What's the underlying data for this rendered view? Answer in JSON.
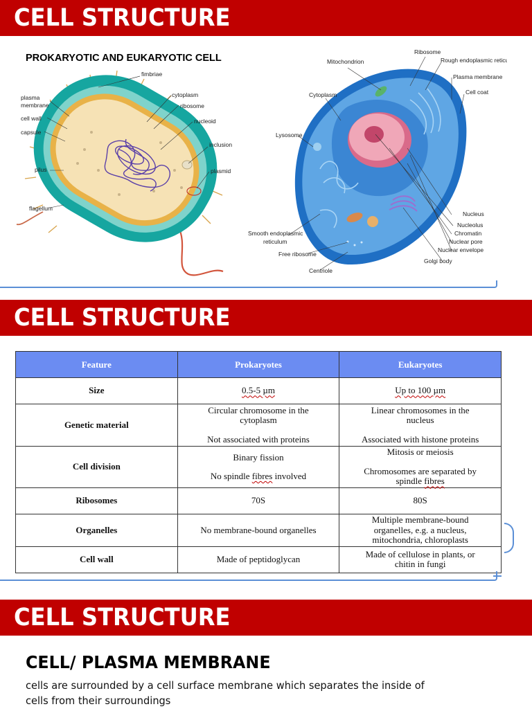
{
  "slides": [
    {
      "title": "CELL STRUCTURE"
    },
    {
      "title": "CELL STRUCTURE"
    },
    {
      "title": "CELL STRUCTURE"
    }
  ],
  "slide1": {
    "subtitle": "PROKARYOTIC AND EUKARYOTIC CELL",
    "prokaryote_labels": {
      "fimbriae": "fimbriae",
      "plasma_membrane_1": "plasma",
      "plasma_membrane_2": "membrane",
      "cell_wall": "cell wall",
      "capsule": "capsule",
      "pilus": "pilus",
      "flagellum": "flagellum",
      "cytoplasm": "cytoplasm",
      "ribosome": "ribosome",
      "nucleoid": "nucleoid",
      "inclusion": "inclusion",
      "plasmid": "plasmid"
    },
    "eukaryote_labels": {
      "mitochondrion": "Mitochondrion",
      "ribosome": "Ribosome",
      "rough_er": "Rough endoplasmic reticulum",
      "plasma_membrane": "Plasma membrane",
      "cell_coat": "Cell coat",
      "cytoplasm": "Cytoplasm",
      "lysosome": "Lysosome",
      "smooth_er_1": "Smooth endoplasmic",
      "smooth_er_2": "reticulum",
      "free_ribosome": "Free ribosome",
      "centriole": "Centriole",
      "nucleus": "Nucleus",
      "nucleolus": "Nucleolus",
      "chromatin": "Chromatin",
      "nuclear_pore": "Nuclear pore",
      "nuclear_envelope": "Nuclear envelope",
      "golgi_body": "Golgi body"
    }
  },
  "table": {
    "headers": [
      "Feature",
      "Prokaryotes",
      "Eukaryotes"
    ],
    "rows": [
      {
        "feature": "Size",
        "prok": [
          "0.5-5 µm"
        ],
        "euk": [
          "Up to 100 µm"
        ]
      },
      {
        "feature": "Genetic material",
        "prok": [
          "Circular chromosome in the",
          "cytoplasm",
          "Not associated with proteins"
        ],
        "euk": [
          "Linear chromosomes in the",
          "nucleus",
          "Associated with histone proteins"
        ]
      },
      {
        "feature": "Cell division",
        "prok": [
          "Binary fission",
          "No spindle fibres involved"
        ],
        "euk": [
          "Mitosis or meiosis",
          "Chromosomes are separated by",
          "spindle fibres"
        ]
      },
      {
        "feature": "Ribosomes",
        "prok": [
          "70S"
        ],
        "euk": [
          "80S"
        ]
      },
      {
        "feature": "Organelles",
        "prok": [
          "No membrane-bound organelles"
        ],
        "euk": [
          "Multiple membrane-bound",
          "organelles, e.g. a nucleus,",
          "mitochondria, chloroplasts"
        ]
      },
      {
        "feature": "Cell wall",
        "prok": [
          "Made of peptidoglycan"
        ],
        "euk": [
          "Made of cellulose in plants, or",
          "chitin in fungi"
        ]
      }
    ]
  },
  "slide3": {
    "heading": "CELL/ PLASMA MEMBRANE",
    "text": " cells are surrounded by a cell surface membrane which separates the inside of cells from their surroundings"
  },
  "colors": {
    "banner": "#c00000",
    "table_header": "#6b8cf2",
    "accent_bracket": "#5b8fd6"
  }
}
